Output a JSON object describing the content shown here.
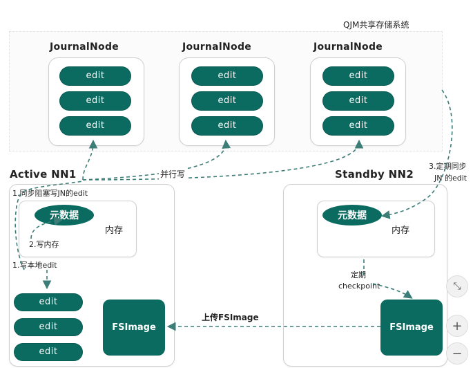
{
  "system_label": "QJM共享存储系统",
  "journal_nodes": [
    {
      "title": "JournalNode",
      "edits": [
        "edit",
        "edit",
        "edit"
      ]
    },
    {
      "title": "JournalNode",
      "edits": [
        "edit",
        "edit",
        "edit"
      ]
    },
    {
      "title": "JournalNode",
      "edits": [
        "edit",
        "edit",
        "edit"
      ]
    }
  ],
  "parallel_write_label": "并行写",
  "active": {
    "title": "Active NN1",
    "step1_sync": "1.同步阻塞写JN的edit",
    "metadata": "元数据",
    "memory": "内存",
    "step2_write_memory": "2.写内存",
    "step1_local": "1.写本地edit",
    "edits": [
      "edit",
      "edit",
      "edit"
    ],
    "fsimage": "FSImage"
  },
  "standby": {
    "title": "Standby NN2",
    "step3_line1": "3.定期同步",
    "step3_line2": "JN 的edit",
    "metadata": "元数据",
    "memory": "内存",
    "periodic": "定期",
    "checkpoint": "checkpoint",
    "fsimage": "FSImage"
  },
  "upload_label": "上传FSImage",
  "zoom_controls": {
    "fit": "⤡",
    "plus": "+",
    "minus": "−"
  },
  "colors": {
    "teal": "#0c6b61",
    "arrow": "#3c7d77"
  }
}
